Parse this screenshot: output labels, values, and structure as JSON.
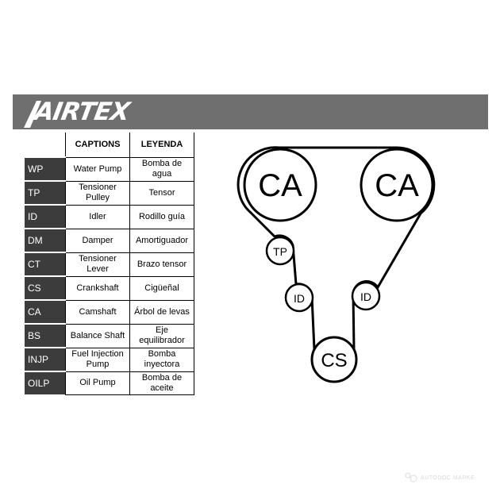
{
  "brand": {
    "logo_text": "AIRTEX",
    "bar_color": "#6f6f6f"
  },
  "legend": {
    "header_captions": "CAPTIONS",
    "header_leyenda": "LEYENDA",
    "rows": [
      {
        "abbr": "WP",
        "caption": "Water Pump",
        "leyenda": "Bomba de agua"
      },
      {
        "abbr": "TP",
        "caption": "Tensioner Pulley",
        "leyenda": "Tensor"
      },
      {
        "abbr": "ID",
        "caption": "Idler",
        "leyenda": "Rodillo guía"
      },
      {
        "abbr": "DM",
        "caption": "Damper",
        "leyenda": "Amortiguador"
      },
      {
        "abbr": "CT",
        "caption": "Tensioner Lever",
        "leyenda": "Brazo tensor"
      },
      {
        "abbr": "CS",
        "caption": "Crankshaft",
        "leyenda": "Cigüeñal"
      },
      {
        "abbr": "CA",
        "caption": "Camshaft",
        "leyenda": "Árbol de levas"
      },
      {
        "abbr": "BS",
        "caption": "Balance Shaft",
        "leyenda": "Eje equilibrador"
      },
      {
        "abbr": "INJP",
        "caption": "Fuel Injection Pump",
        "leyenda": "Bomba inyectora"
      },
      {
        "abbr": "OILP",
        "caption": "Oil Pump",
        "leyenda": "Bomba de aceite"
      }
    ]
  },
  "diagram": {
    "pulleys": [
      {
        "id": "cam-left",
        "label": "CA"
      },
      {
        "id": "cam-right",
        "label": "CA"
      },
      {
        "id": "tensioner",
        "label": "TP"
      },
      {
        "id": "idler-left",
        "label": "ID"
      },
      {
        "id": "idler-right",
        "label": "ID"
      },
      {
        "id": "crank",
        "label": "CS"
      }
    ]
  },
  "watermark": {
    "text": "AUTODOC MARKE"
  }
}
